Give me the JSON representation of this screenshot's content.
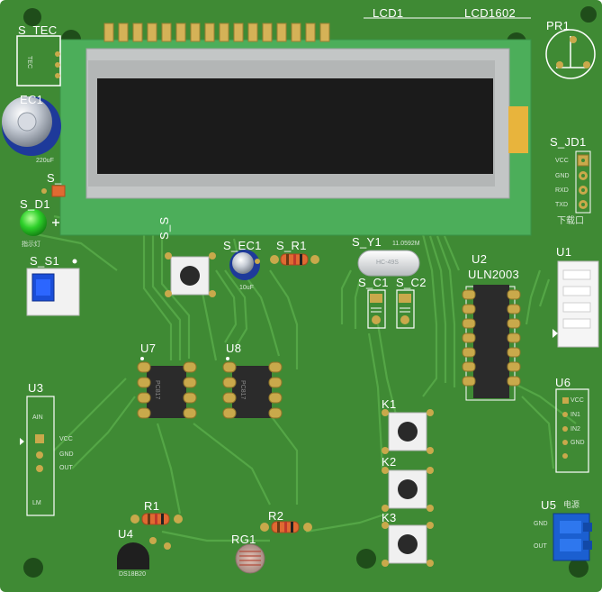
{
  "board": {
    "labels": {
      "lcd1": "LCD1",
      "lcd_model": "LCD1602",
      "pr1": "PR1",
      "s_tec": "S_TEC",
      "ec1": "EC1",
      "s_d1": "S_D1",
      "s_s1": "S_S1",
      "s_jd1": "S_JD1",
      "u1": "U1",
      "u2": "U2",
      "uln": "ULN2003",
      "s_ec1": "S_EC1",
      "s_r1": "S_R1",
      "s_y1": "S_Y1",
      "s_c1": "S_C1",
      "s_c2": "S_C2",
      "u7": "U7",
      "u8": "U8",
      "u3": "U3",
      "u6": "U6",
      "k1": "K1",
      "k2": "K2",
      "k3": "K3",
      "r1": "R1",
      "r2": "R2",
      "rg1": "RG1",
      "u4": "U4",
      "u5": "U5",
      "s_partial": "S_",
      "s_s_partial": "S_S"
    },
    "small_text": {
      "cap_220uf": "220uF",
      "cap_10uf": "10uF",
      "crystal_freq": "11.0592M",
      "crystal_body": "HC-49S",
      "led_note": "指示灯",
      "jd1_pins": [
        "VCC",
        "GND",
        "RXD",
        "TXD"
      ],
      "jd1_caption": "下载口",
      "u3_pins": [
        "VCC",
        "GND",
        "OUT"
      ],
      "u3_top": "AIN",
      "u3_bottom": "LM",
      "u6_pins": [
        "VCC",
        "IN1",
        "IN2",
        "GND"
      ],
      "u5_caption": "电源",
      "u5_pins": [
        "GND",
        "OUT"
      ],
      "u4_caption": "DS18B20",
      "tec_body": "TEC",
      "u7_body": "PC817",
      "u8_body": "PC817"
    }
  },
  "colors": {
    "pcb": "#3f8a34",
    "pcb_dark": "#2f6f28",
    "trace": "#54a646",
    "gold": "#c9a94b",
    "silk": "#ffffff",
    "lcd_screen": "#1b1b1b",
    "lcd_frame": "#bfc3c3",
    "lcd_pcb": "#4cae5a",
    "led_green": "#22cc22",
    "cap_blue": "#1e3a9a",
    "switch_blue": "#1a4ed8",
    "connector_blue": "#1b5fd0",
    "ic_body": "#2b2b2b"
  }
}
